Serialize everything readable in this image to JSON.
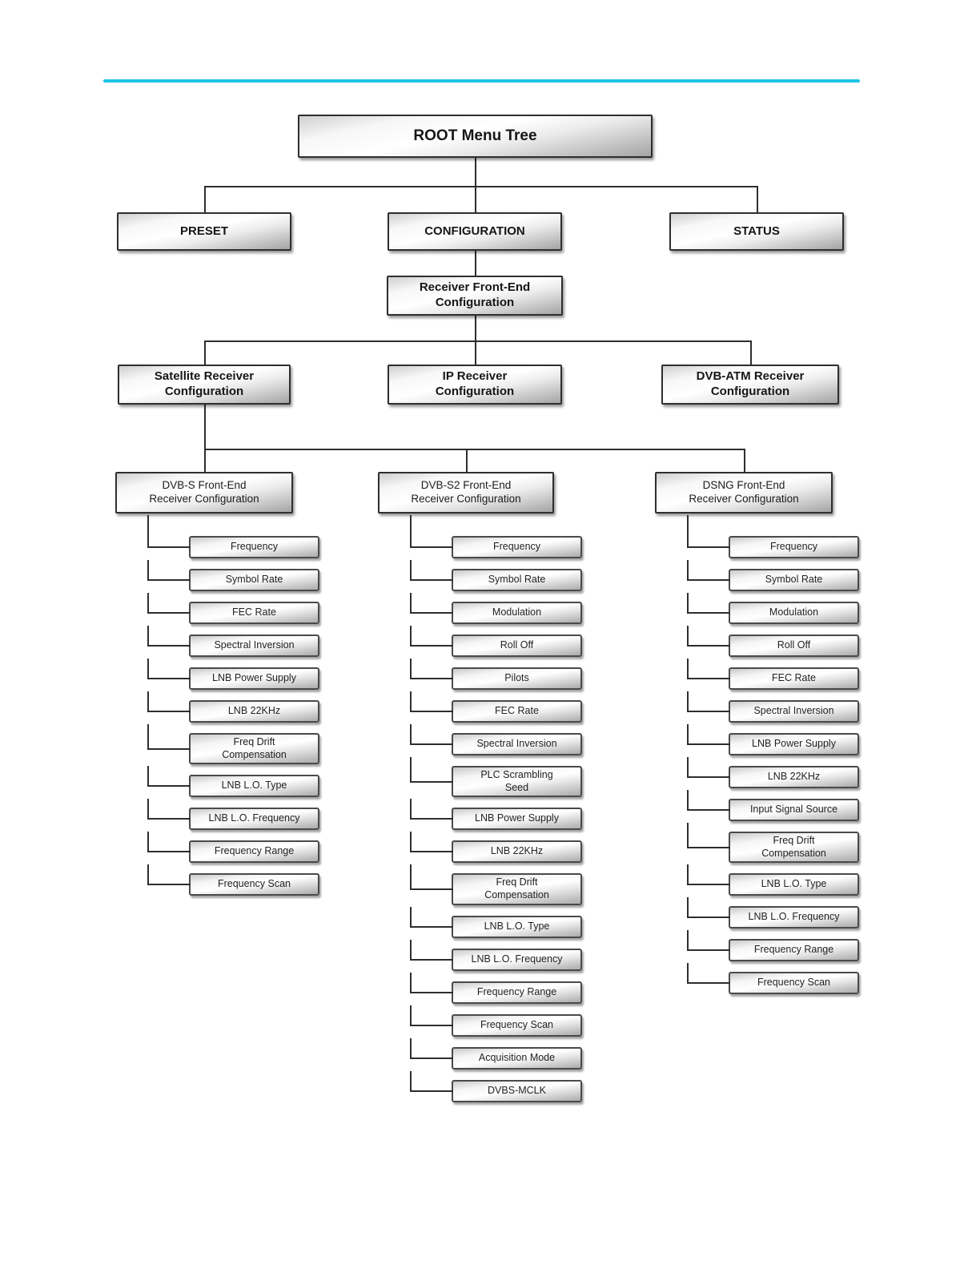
{
  "page": {
    "accent_color": "#1fc3e8",
    "line_color": "#2e2e2e"
  },
  "diagram": {
    "root": {
      "label": "ROOT Menu Tree"
    },
    "level1": [
      {
        "label": "PRESET"
      },
      {
        "label": "CONFIGURATION"
      },
      {
        "label": "STATUS"
      }
    ],
    "level2": {
      "label": "Receiver Front-End\nConfiguration"
    },
    "level3": [
      {
        "label": "Satellite Receiver\nConfiguration"
      },
      {
        "label": "IP Receiver\nConfiguration"
      },
      {
        "label": "DVB-ATM Receiver\nConfiguration"
      }
    ],
    "columns": [
      {
        "parent": "DVB-S Front-End\nReceiver Configuration",
        "items": [
          "Frequency",
          "Symbol Rate",
          "FEC Rate",
          "Spectral Inversion",
          "LNB Power Supply",
          "LNB 22KHz",
          "Freq Drift\nCompensation",
          "LNB L.O. Type",
          "LNB L.O. Frequency",
          "Frequency Range",
          "Frequency Scan"
        ]
      },
      {
        "parent": "DVB-S2 Front-End\nReceiver Configuration",
        "items": [
          "Frequency",
          "Symbol Rate",
          "Modulation",
          "Roll Off",
          "Pilots",
          "FEC Rate",
          "Spectral Inversion",
          "PLC Scrambling\nSeed",
          "LNB Power Supply",
          "LNB 22KHz",
          "Freq Drift\nCompensation",
          "LNB L.O. Type",
          "LNB L.O. Frequency",
          "Frequency Range",
          "Frequency Scan",
          "Acquisition Mode",
          "DVBS-MCLK"
        ]
      },
      {
        "parent": "DSNG Front-End\nReceiver Configuration",
        "items": [
          "Frequency",
          "Symbol Rate",
          "Modulation",
          "Roll Off",
          "FEC Rate",
          "Spectral Inversion",
          "LNB Power Supply",
          "LNB 22KHz",
          "Input Signal Source",
          "Freq Drift\nCompensation",
          "LNB L.O. Type",
          "LNB L.O. Frequency",
          "Frequency Range",
          "Frequency Scan"
        ]
      }
    ]
  }
}
